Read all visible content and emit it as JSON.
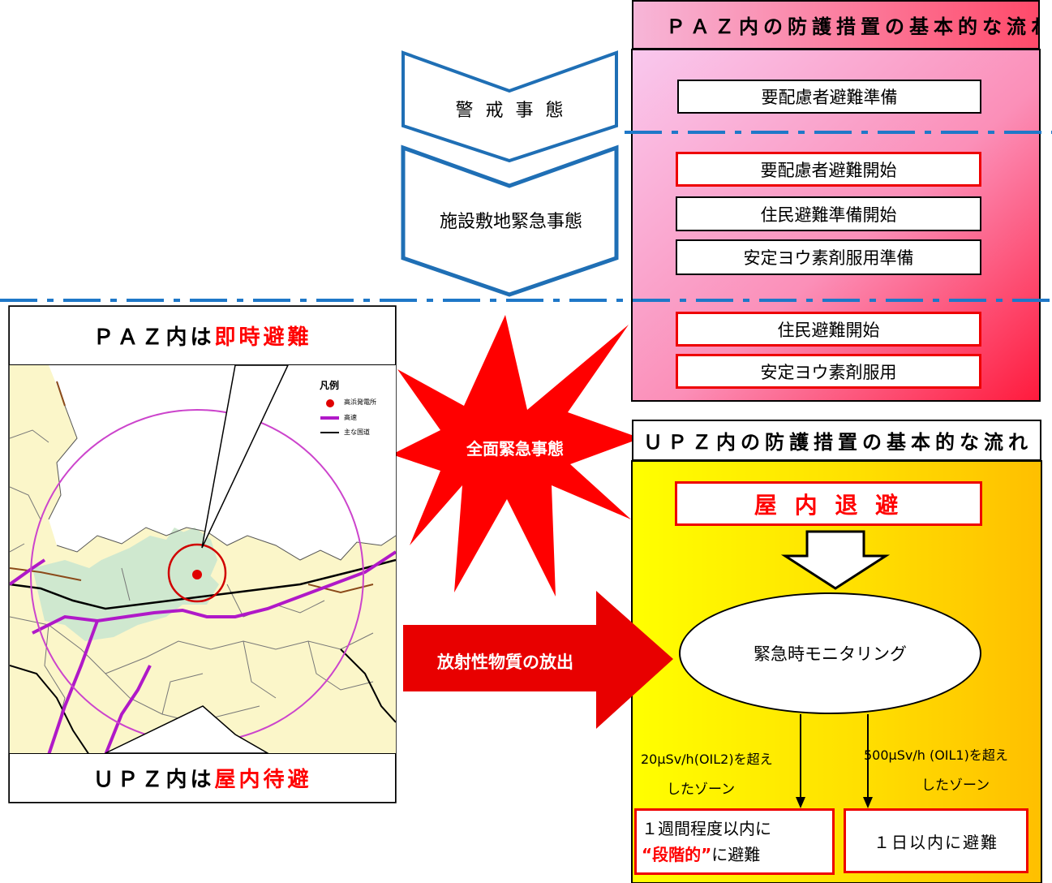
{
  "paz_panel": {
    "title": "ＰＡＺ内の防護措置の基本的な流れ",
    "alert_items": [
      "要配慮者避難準備"
    ],
    "site_items": [
      {
        "label": "要配慮者避難開始",
        "border": "red"
      },
      {
        "label": "住民避難準備開始",
        "border": "black"
      },
      {
        "label": "安定ヨウ素剤服用準備",
        "border": "black"
      }
    ],
    "general_items": [
      {
        "label": "住民避難開始",
        "border": "red"
      },
      {
        "label": "安定ヨウ素剤服用",
        "border": "red"
      }
    ]
  },
  "stages": {
    "alert": "警 戒 事 態",
    "site_emergency": "施設敷地緊急事態",
    "general_emergency": "全面緊急事態",
    "release": "放射性物質の放出"
  },
  "map_panel": {
    "paz_prefix": "ＰＡＺ内は",
    "paz_highlight": "即時避難",
    "upz_prefix": "ＵＰＺ内は",
    "upz_highlight": "屋内待避",
    "legend_title": "凡例",
    "legend_items": [
      "高浜発電所",
      "高速",
      "主な国道"
    ]
  },
  "upz_panel": {
    "title": "ＵＰＺ内の防護措置の基本的な流れ",
    "shelter": "屋 内 退 避",
    "monitoring": "緊急時モニタリング",
    "oil2_line1": "20μSv/h(OIL2)を超え",
    "oil2_line2": "したゾーン",
    "oil1_line1": "500μSv/h (OIL1)を超え",
    "oil1_line2": "したゾーン",
    "week_line1": "１週間程度以内に",
    "week_highlight": "“段階的”",
    "week_suffix": "に避難",
    "day": "１日以内に避難"
  },
  "colors": {
    "paz_gradient_start": "#f9c8ee",
    "paz_gradient_end": "#ff1a3c",
    "upz_gradient_start": "#ffff00",
    "upz_gradient_end": "#ffc000",
    "chevron": "#1f6fb5",
    "dash_line": "#1f78c8",
    "accent_red": "#ff0000"
  }
}
